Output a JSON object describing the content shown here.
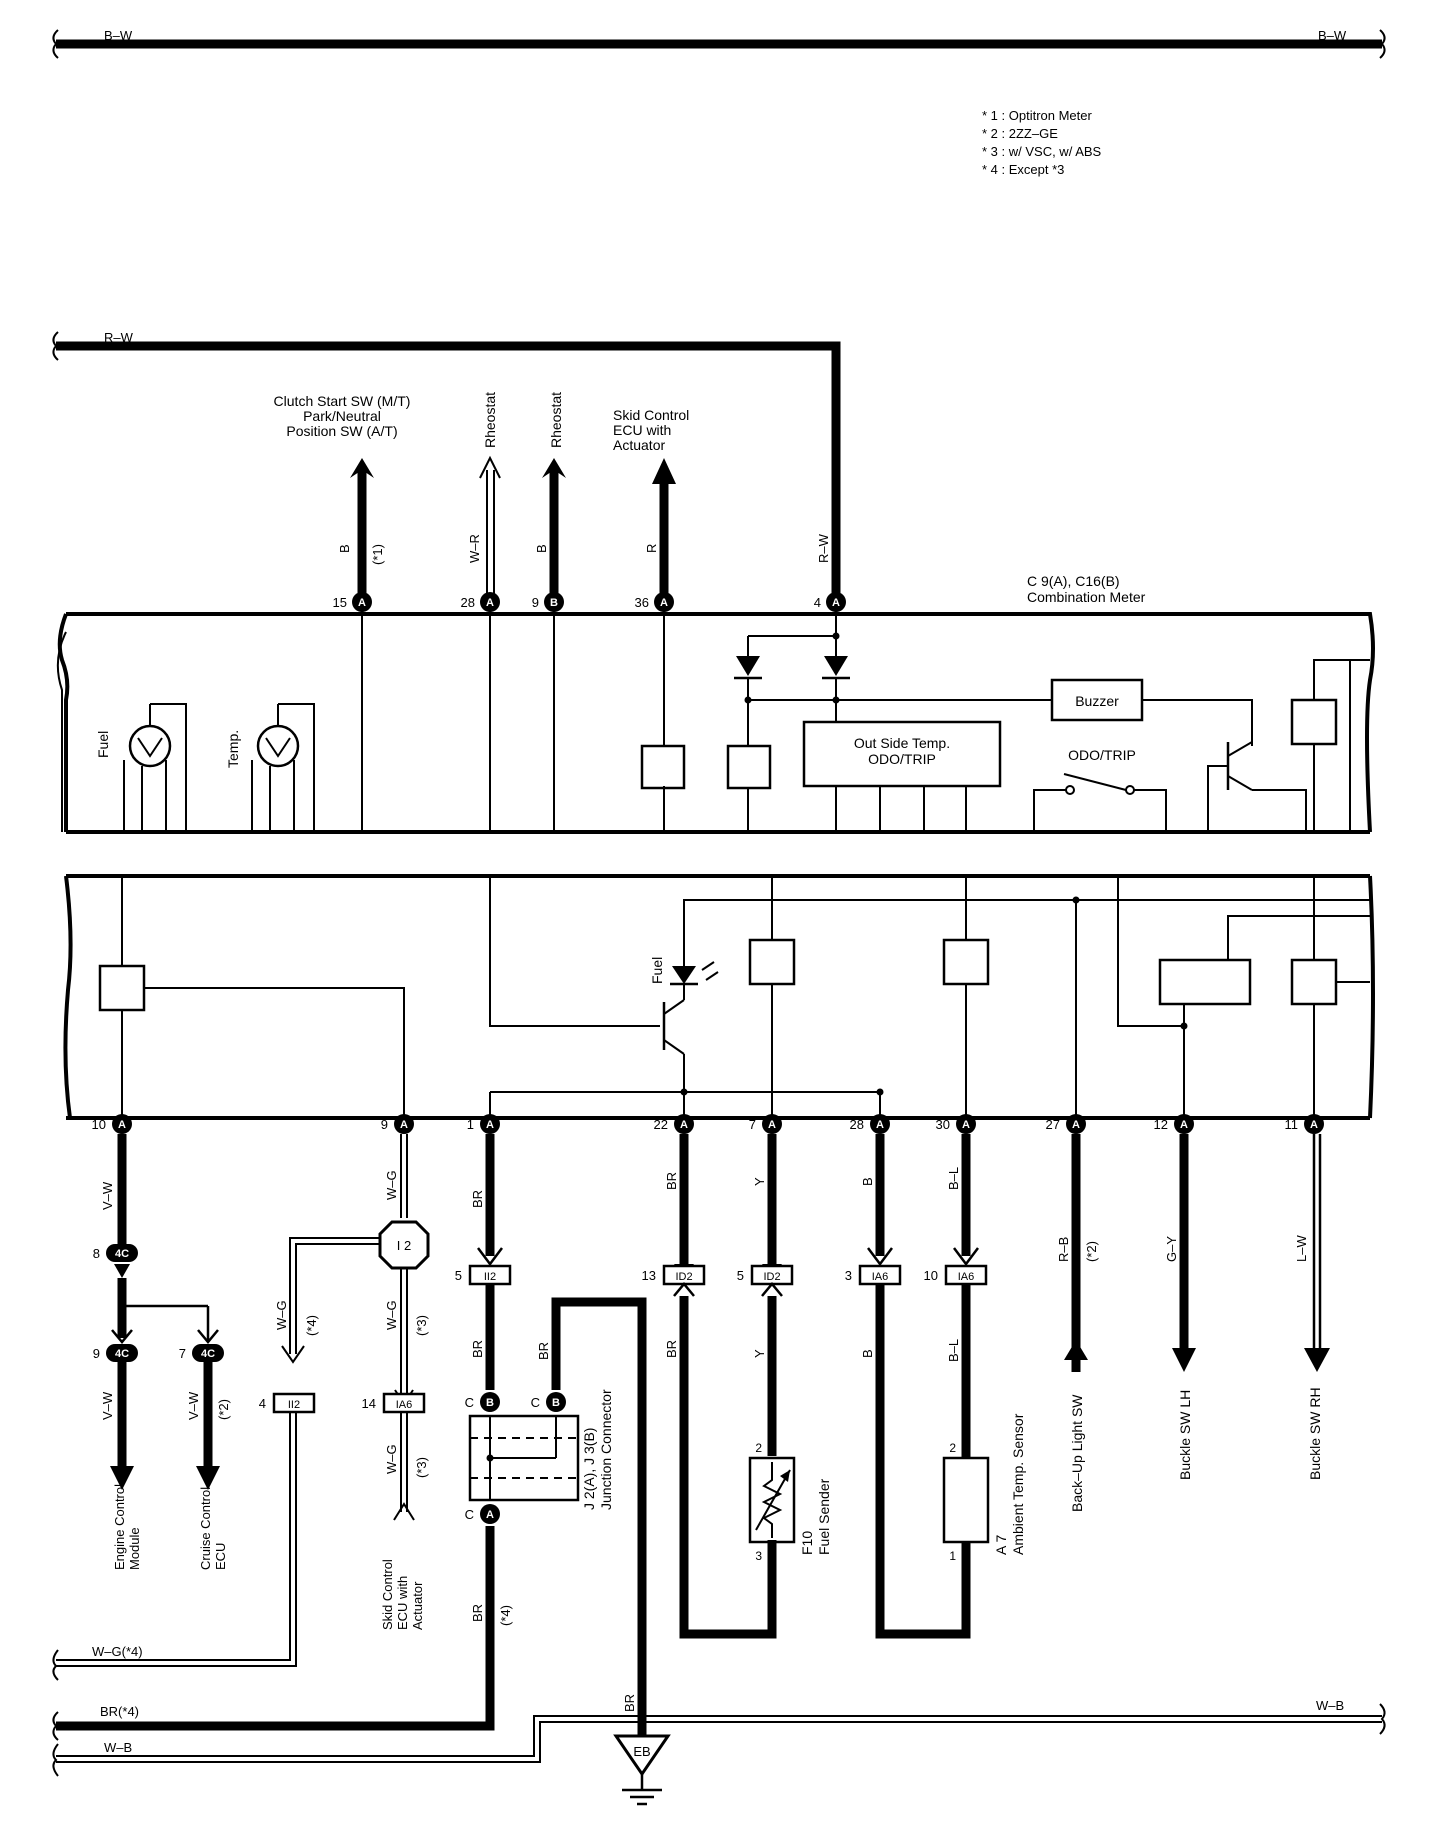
{
  "buses": {
    "top_left": "B–W",
    "top_right": "B–W",
    "rw": "R–W",
    "wg": "W–G(*4)",
    "br": "BR(*4)",
    "wb_left": "W–B",
    "wb_right": "W–B"
  },
  "notes": [
    "* 1 : Optitron Meter",
    "* 2 : 2ZZ–GE",
    "* 3 : w/ VSC,  w/ ABS",
    "* 4 : Except *3"
  ],
  "top_components": {
    "clutch": [
      "Clutch Start SW (M/T)",
      "Park/Neutral",
      "Position SW (A/T)"
    ],
    "rheostat1": "Rheostat",
    "rheostat2": "Rheostat",
    "skid_top": [
      "Skid Control",
      "ECU with",
      "Actuator"
    ]
  },
  "top_wires": {
    "w15": "B",
    "w15_note": "(*1)",
    "w28": "W–R",
    "w9": "B",
    "w36": "R",
    "w4": "R–W"
  },
  "top_pins": {
    "p15": "15",
    "p28": "28",
    "p9": "9",
    "p36": "36",
    "p4": "4",
    "pinA": "A",
    "pinB": "B"
  },
  "meter": {
    "connector": "C 9(A), C16(B)",
    "name": "Combination Meter",
    "fuel": "Fuel",
    "temp": "Temp.",
    "buzzer": "Buzzer",
    "outside": [
      "Out Side Temp.",
      "ODO/TRIP"
    ],
    "odo_sw": "ODO/TRIP",
    "fuel_warn": "Fuel"
  },
  "bottom_pins": {
    "p10": "10",
    "p9": "9",
    "p1": "1",
    "p22": "22",
    "p7": "7",
    "p28": "28",
    "p30": "30",
    "p27": "27",
    "p12": "12",
    "p11": "11"
  },
  "wires": {
    "vw": "V–W",
    "wg": "W–G",
    "br": "BR",
    "y": "Y",
    "b": "B",
    "bl": "B–L",
    "rb": "R–B",
    "gy": "G–Y",
    "lw": "L–W",
    "n1": "(*1)",
    "n2": "(*2)",
    "n3": "(*3)",
    "n4": "(*4)"
  },
  "connectors": {
    "c4c": "4C",
    "c8": "8",
    "c9": "9",
    "c7": "7",
    "i2": "I 2",
    "ii2": "II2",
    "ia6": "IA6",
    "id2": "ID2",
    "n5": "5",
    "n4": "4",
    "n14": "14",
    "n13": "13",
    "n3": "3",
    "n10": "10",
    "c": "C",
    "pin_b": "B",
    "pin_a": "A",
    "s1": "1",
    "s2": "2",
    "s3": "3"
  },
  "components": {
    "ecm": [
      "Engine Control",
      "Module"
    ],
    "cruise": [
      "Cruise Control",
      "ECU"
    ],
    "skid_bottom": [
      "Skid Control",
      "ECU with",
      "Actuator"
    ],
    "junction": [
      "J 2(A), J 3(B)",
      "Junction Connector"
    ],
    "fuel_sender": [
      "F10",
      "Fuel Sender"
    ],
    "ambient": [
      "A 7",
      "Ambient Temp.  Sensor"
    ],
    "backup": "Back–Up Light SW",
    "buckle_lh": "Buckle SW LH",
    "buckle_rh": "Buckle SW RH",
    "ground": "EB"
  }
}
